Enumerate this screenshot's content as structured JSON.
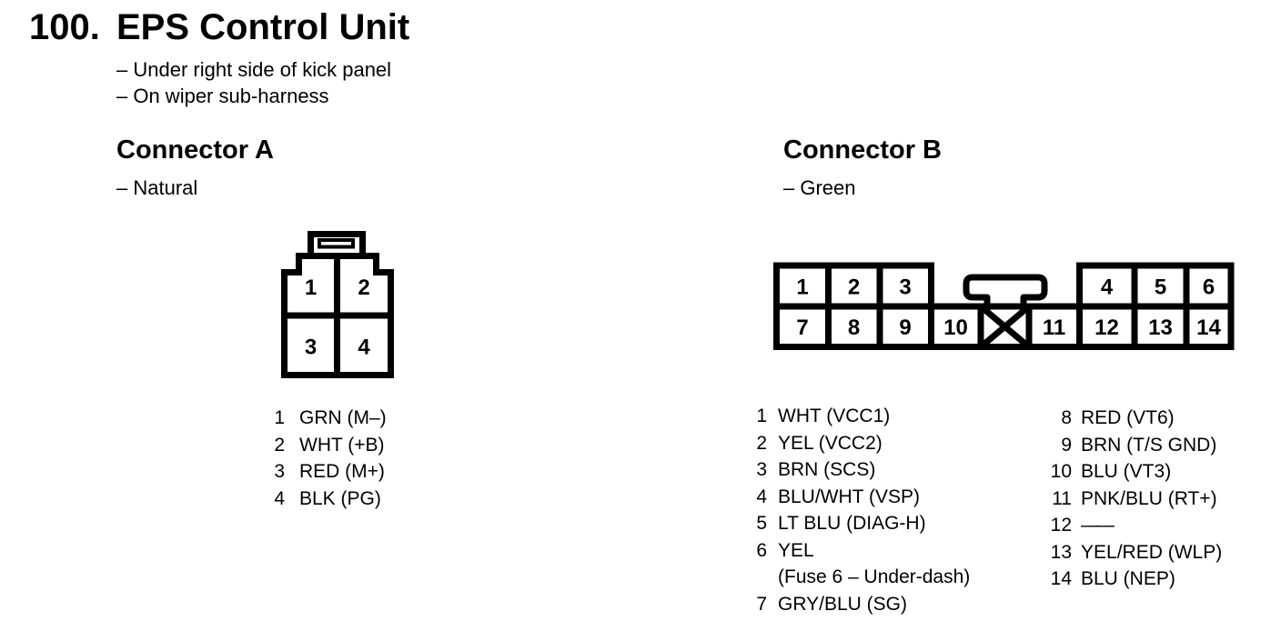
{
  "page": {
    "item_number": "100.",
    "title": "EPS Control Unit",
    "location_notes": [
      "– Under right side of kick panel",
      "– On wiper sub-harness"
    ]
  },
  "connector_a": {
    "heading": "Connector A",
    "color_note": "– Natural",
    "diagram_pins": [
      "1",
      "2",
      "3",
      "4"
    ],
    "pins": [
      {
        "n": "1",
        "label": "GRN (M–)"
      },
      {
        "n": "2",
        "label": "WHT (+B)"
      },
      {
        "n": "3",
        "label": "RED (M+)"
      },
      {
        "n": "4",
        "label": "BLK (PG)"
      }
    ]
  },
  "connector_b": {
    "heading": "Connector B",
    "color_note": "– Green",
    "diagram_pins_top": [
      "1",
      "2",
      "3",
      "4",
      "5",
      "6"
    ],
    "diagram_pins_bottom": [
      "7",
      "8",
      "9",
      "10",
      "11",
      "12",
      "13",
      "14"
    ],
    "pins_left": [
      {
        "n": "1",
        "label": "WHT (VCC1)"
      },
      {
        "n": "2",
        "label": "YEL (VCC2)"
      },
      {
        "n": "3",
        "label": "BRN (SCS)"
      },
      {
        "n": "4",
        "label": "BLU/WHT (VSP)"
      },
      {
        "n": "5",
        "label": "LT BLU (DIAG-H)"
      },
      {
        "n": "6",
        "label": "YEL",
        "label2": "(Fuse 6 – Under-dash)"
      },
      {
        "n": "7",
        "label": "GRY/BLU (SG)"
      }
    ],
    "pins_right": [
      {
        "n": "8",
        "label": "RED (VT6)"
      },
      {
        "n": "9",
        "label": "BRN (T/S GND)"
      },
      {
        "n": "10",
        "label": "BLU (VT3)"
      },
      {
        "n": "11",
        "label": "PNK/BLU (RT+)"
      },
      {
        "n": "12",
        "label": "——"
      },
      {
        "n": "13",
        "label": "YEL/RED (WLP)"
      },
      {
        "n": "14",
        "label": "BLU (NEP)"
      }
    ]
  },
  "colors": {
    "ink": "#000000",
    "paper": "#ffffff"
  }
}
